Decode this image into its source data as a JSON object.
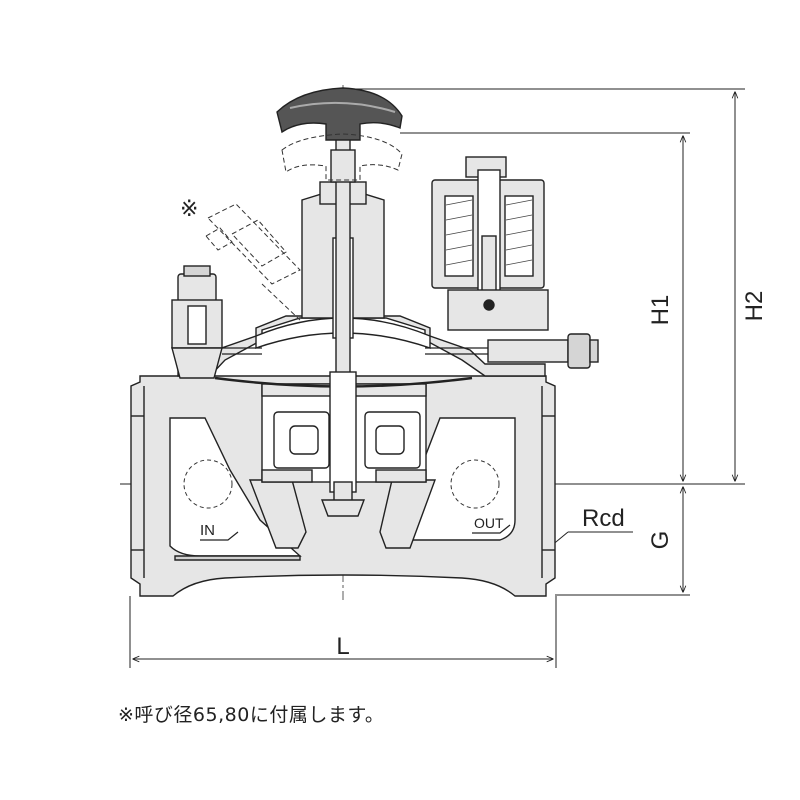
{
  "dimensions": {
    "H1": "H1",
    "H2": "H2",
    "G": "G",
    "L": "L",
    "Rcd": "Rcd"
  },
  "ports": {
    "inlet": "IN",
    "outlet": "OUT"
  },
  "marker": "※",
  "footnote": "※呼び径65,80に付属します。"
}
